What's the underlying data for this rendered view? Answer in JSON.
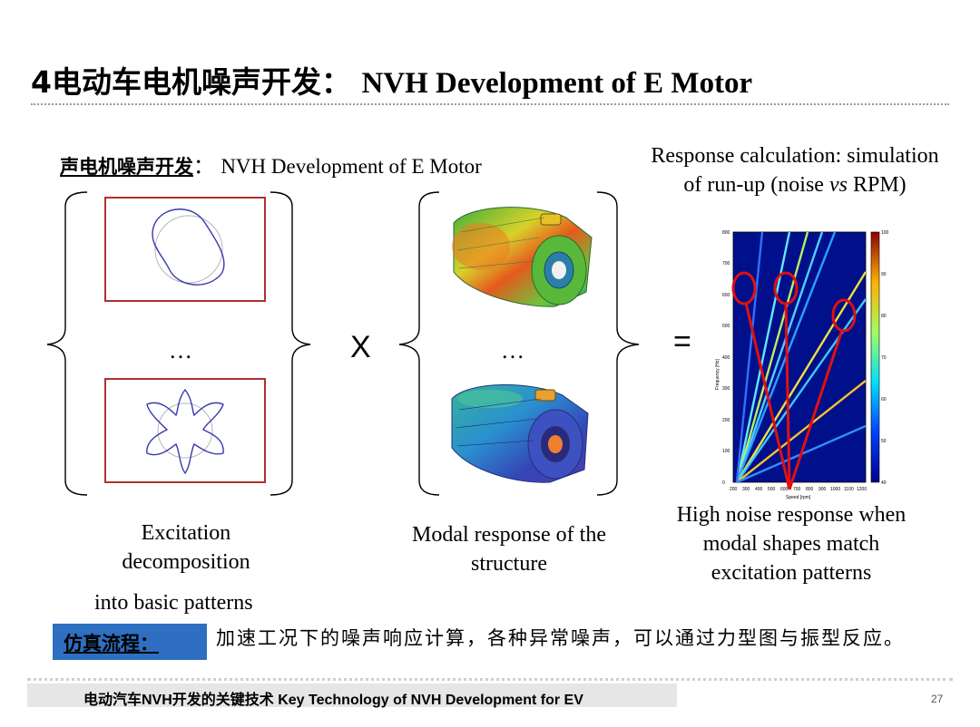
{
  "header": {
    "title_cn": "4电动车电机噪声开发：",
    "title_en": "NVH Development of  E Motor"
  },
  "subheading": {
    "cn": "声电机噪声开发",
    "sep": "：",
    "en": "NVH  Development of  E Motor"
  },
  "response": {
    "title_line1": "Response calculation: simulation",
    "title_line2_a": "of run-up (noise ",
    "title_line2_vs": "vs",
    "title_line2_b": " RPM)"
  },
  "operators": {
    "multiply": "X",
    "equals": "=",
    "ellipsis": "…"
  },
  "captions": {
    "excitation_line1": "Excitation",
    "excitation_line2": "decomposition",
    "excitation_line3": "into basic patterns",
    "modal_line1": "Modal response of the",
    "modal_line2": "structure",
    "noise_line1": "High noise response when",
    "noise_line2": "modal shapes match",
    "noise_line3": "excitation patterns"
  },
  "simulation": {
    "label": "仿真流程：",
    "text": "加速工况下的噪声响应计算，各种异常噪声，可以通过力型图与振型反应。"
  },
  "footer": {
    "text": "电动汽车NVH开发的关键技术 Key Technology of NVH Development for EV",
    "page": "27"
  },
  "colors": {
    "accent_blue": "#2e6fc1",
    "box_red": "#b0302f",
    "highlight_red": "#e01010"
  },
  "icons": [
    "brace-left-icon",
    "brace-right-icon",
    "motor-mesh-icon",
    "mode-shape-icon",
    "campbell-diagram-icon"
  ],
  "campbell": {
    "y_ticks": [
      "0",
      "100",
      "200",
      "300",
      "400",
      "500",
      "600",
      "700",
      "800"
    ],
    "x_ticks": [
      "200",
      "300",
      "400",
      "500",
      "600",
      "700",
      "800",
      "900",
      "1000",
      "1100",
      "1200"
    ],
    "cbar_ticks": [
      "100",
      "90",
      "80",
      "70",
      "60",
      "50",
      "40"
    ],
    "ylabel": "Frequency [Hz]",
    "xlabel": "Speed [rpm]"
  }
}
